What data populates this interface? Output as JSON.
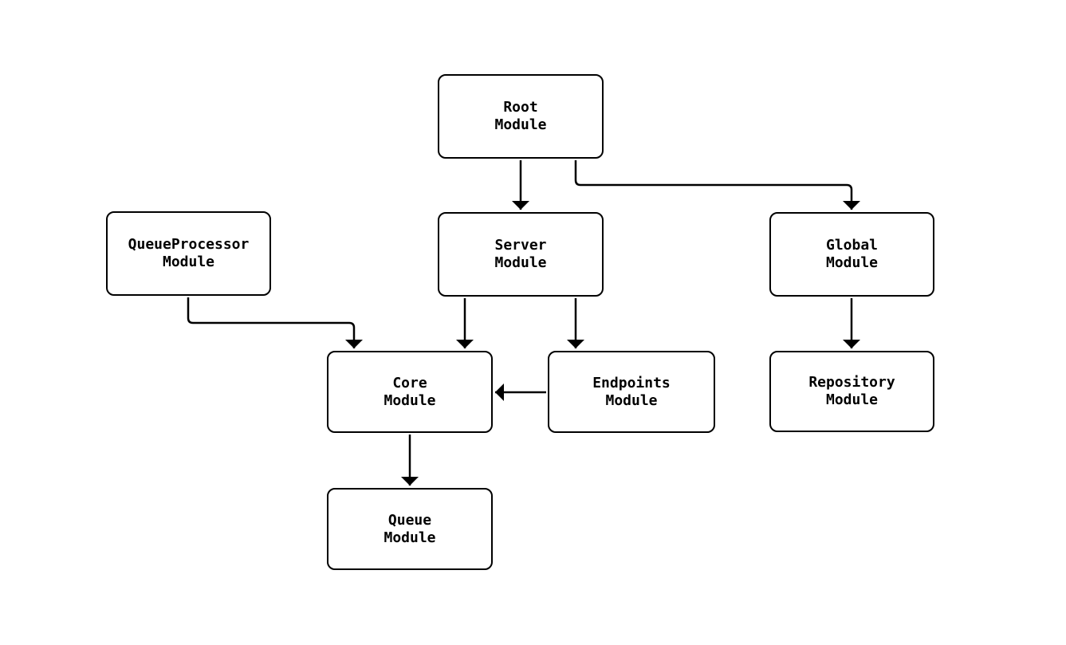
{
  "diagram": {
    "background_color": "#ffffff",
    "node_fill_color": "#ffffff",
    "node_border_color": "#000000",
    "line_color": "#000000",
    "text_color": "#000000",
    "nodes": {
      "root": {
        "line1": "Root",
        "line2": "Module"
      },
      "queue_processor": {
        "line1": "QueueProcessor",
        "line2": "Module"
      },
      "server": {
        "line1": "Server",
        "line2": "Module"
      },
      "global": {
        "line1": "Global",
        "line2": "Module"
      },
      "core": {
        "line1": "Core",
        "line2": "Module"
      },
      "endpoints": {
        "line1": "Endpoints",
        "line2": "Module"
      },
      "repository": {
        "line1": "Repository",
        "line2": "Module"
      },
      "queue": {
        "line1": "Queue",
        "line2": "Module"
      }
    },
    "edges": [
      {
        "from": "Root Module",
        "to": "Server Module"
      },
      {
        "from": "Root Module",
        "to": "Global Module"
      },
      {
        "from": "QueueProcessor Module",
        "to": "Core Module"
      },
      {
        "from": "Server Module",
        "to": "Core Module"
      },
      {
        "from": "Server Module",
        "to": "Endpoints Module"
      },
      {
        "from": "Endpoints Module",
        "to": "Core Module"
      },
      {
        "from": "Global Module",
        "to": "Repository Module"
      },
      {
        "from": "Core Module",
        "to": "Queue Module"
      }
    ]
  }
}
